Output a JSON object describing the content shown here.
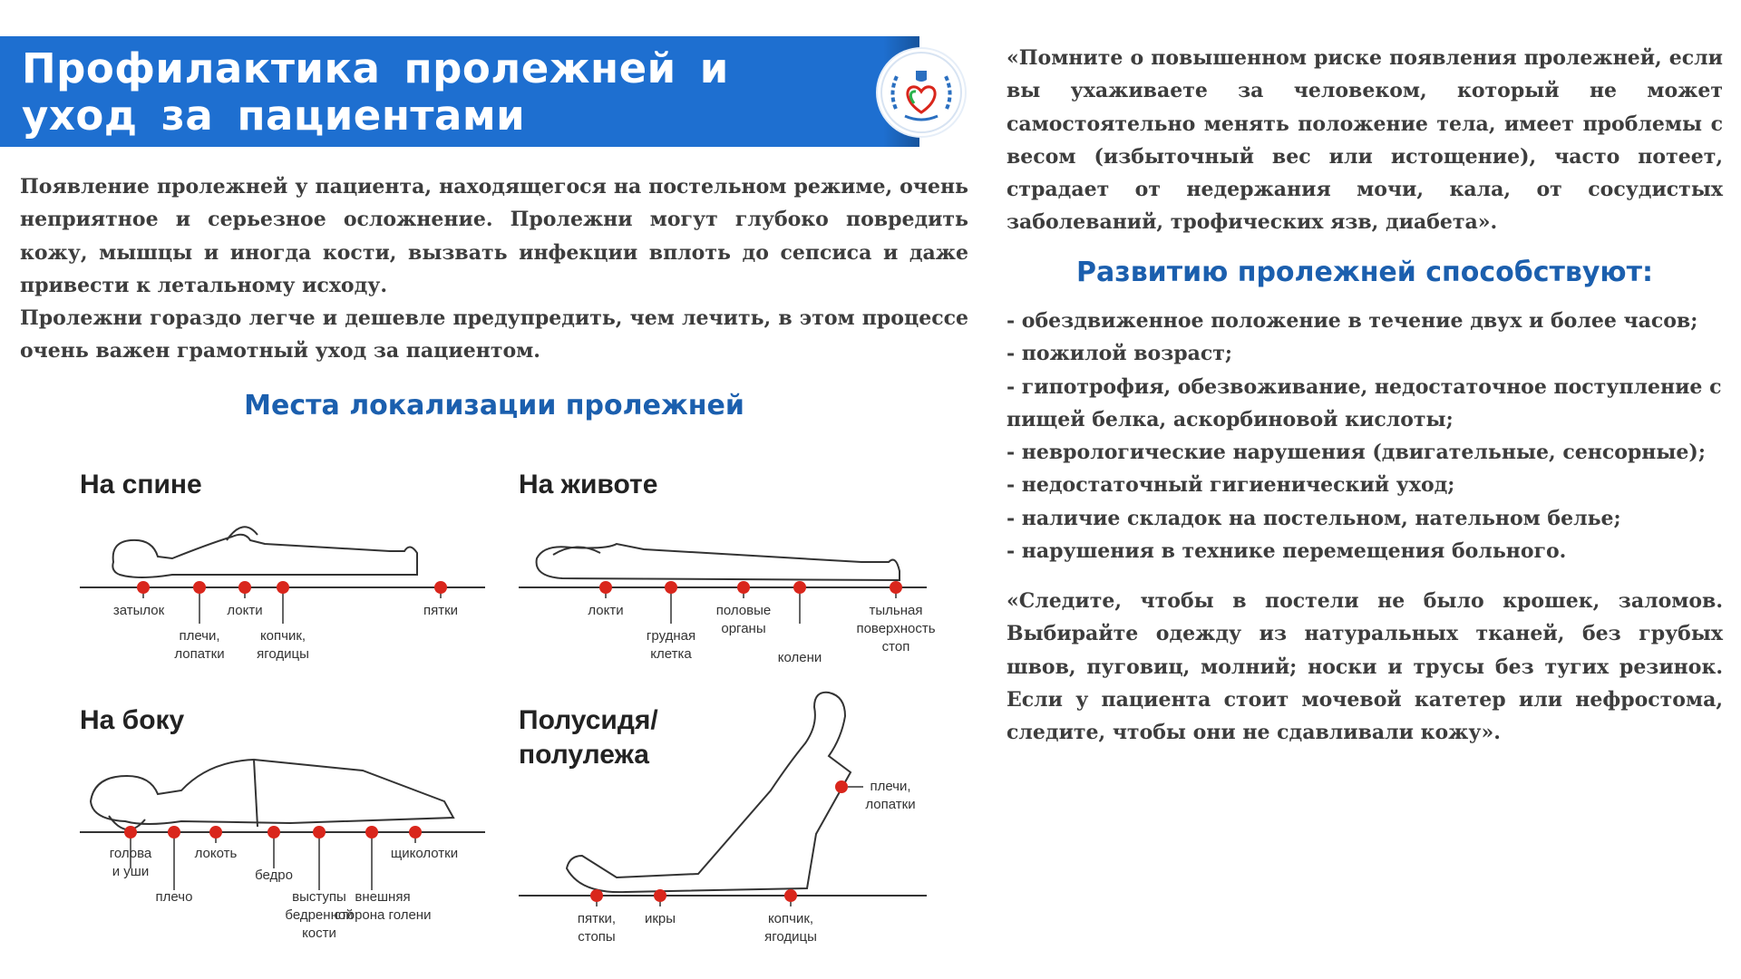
{
  "header": {
    "title": "Профилактика пролежней и уход за пациентами"
  },
  "intro": {
    "p1": "Появление пролежней у пациента, находящегося на постельном режиме, очень неприятное и серьезное осложнение. Пролежни могут глубоко повредить кожу, мышцы и иногда кости, вызвать инфекции вплоть до сепсиса и даже привести к летальному исходу.",
    "p2": "Пролежни гораздо легче и дешевле предупредить, чем лечить, в этом процессе очень важен грамотный уход за пациентом."
  },
  "places": {
    "heading": "Места локализации пролежней",
    "back": {
      "title": "На спине",
      "labels": [
        "затылок",
        "плечи,",
        "лопатки",
        "локти",
        "копчик,",
        "ягодицы",
        "пятки"
      ]
    },
    "belly": {
      "title": "На животе",
      "labels": [
        "локти",
        "грудная",
        "клетка",
        "половые",
        "органы",
        "колени",
        "тыльная",
        "поверхность",
        "стоп"
      ]
    },
    "side": {
      "title": "На боку",
      "labels": [
        "голова",
        "и уши",
        "плечо",
        "локоть",
        "бедро",
        "выступы",
        "бедренной",
        "кости",
        "внешняя",
        "сторона голени",
        "щиколотки"
      ]
    },
    "sitting": {
      "title_line1": "Полусидя/",
      "title_line2": "полулежа",
      "labels": [
        "плечи,",
        "лопатки",
        "пятки,",
        "стопы",
        "икры",
        "копчик,",
        "ягодицы"
      ]
    }
  },
  "quote1": "«Помните о повышенном риске появления пролежней, если вы ухаживаете за человеком, который не может самостоятельно менять положение тела, имеет проблемы с весом (избыточный вес или истощение), часто потеет, страдает от недержания мочи, кала, от сосудистых заболеваний, трофических язв, диабета».",
  "factors": {
    "heading": "Развитию пролежней способствуют:",
    "items": [
      "- обездвиженное положение в течение двух и более часов;",
      "- пожилой возраст;",
      "- гипотрофия, обезвоживание, недостаточное поступление с пищей белка, аскорбиновой кислоты;",
      "- неврологические нарушения (двигательные, сенсорные);",
      "- недостаточный гигиенический уход;",
      "- наличие складок на постельном, нательном белье;",
      "- нарушения в технике перемещения больного."
    ]
  },
  "quote2": "«Следите, чтобы в постели не было крошек, заломов. Выбирайте одежду из натуральных тканей, без грубых швов, пуговиц, молний; носки и трусы без тугих резинок. Если у пациента стоит мочевой катетер или нефростома, следите, чтобы они не сдавливали кожу».",
  "colors": {
    "title_bar": "#1e6fd0",
    "heading": "#1b5fae",
    "point": "#d9261c",
    "text": "#3d3d3d"
  },
  "logo": {
    "icon": "hearts-laurel-emblem"
  }
}
